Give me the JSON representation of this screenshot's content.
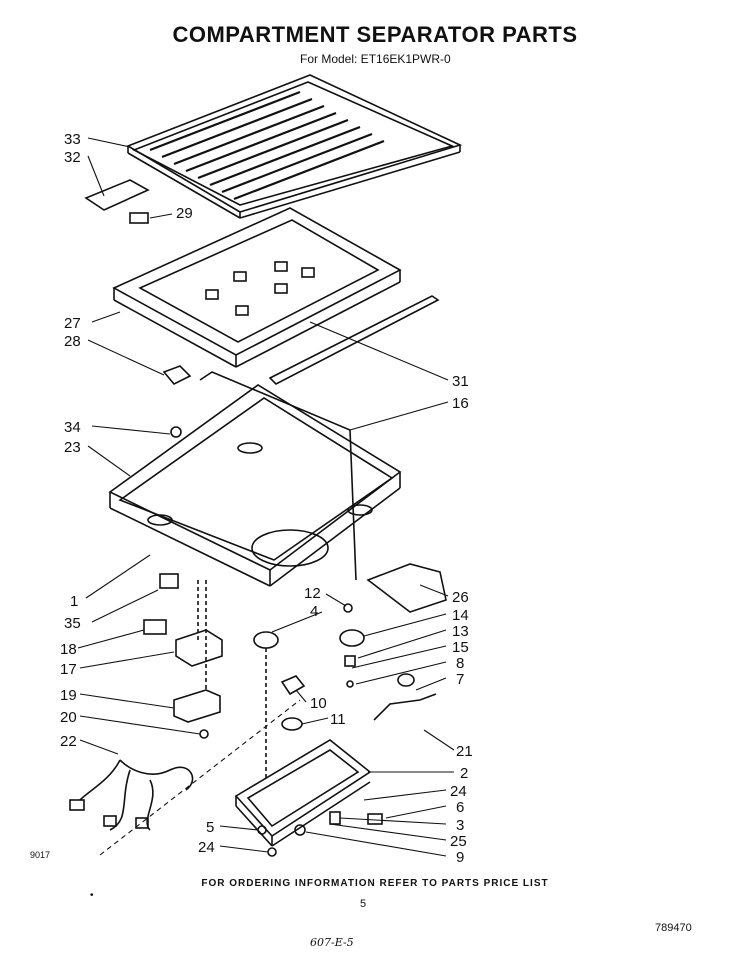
{
  "header": {
    "title": "COMPARTMENT SEPARATOR PARTS",
    "model": "For Model: ET16EK1PWR-0"
  },
  "diagram_code": "9017",
  "callouts": [
    "33",
    "32",
    "29",
    "27",
    "28",
    "31",
    "16",
    "34",
    "23",
    "1",
    "26",
    "35",
    "12",
    "4",
    "14",
    "18",
    "13",
    "15",
    "17",
    "8",
    "7",
    "19",
    "10",
    "20",
    "11",
    "22",
    "21",
    "2",
    "24",
    "6",
    "5",
    "3",
    "25",
    "24",
    "9"
  ],
  "footer": {
    "ordering_note": "FOR ORDERING INFORMATION REFER TO PARTS PRICE LIST",
    "page": "5",
    "doc_number": "789470",
    "handwritten": "607-E-5",
    "bullet": "•"
  }
}
